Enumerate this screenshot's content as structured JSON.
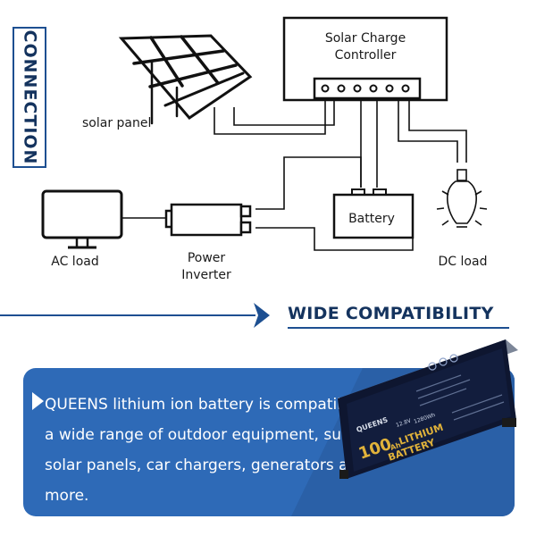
{
  "section_tab": {
    "label": "CONNECTION"
  },
  "diagram": {
    "controller_label_line1": "Solar Charge",
    "controller_label_line2": "Controller",
    "solar_panel_label": "solar panel",
    "battery_label": "Battery",
    "inverter_label_line1": "Power",
    "inverter_label_line2": "Inverter",
    "ac_load_label": "AC load",
    "dc_load_label": "DC load"
  },
  "compatibility": {
    "title": "WIDE COMPATIBILITY",
    "description": "QUEENS lithium ion battery is compatible with a wide range of outdoor equipment, such as solar panels, car chargers, generators and more."
  },
  "product": {
    "brand": "QUEENS",
    "capacity": "100",
    "unit": "Ah",
    "chem": "LITHIUM",
    "name": "BATTERY",
    "voltage": "12.8V",
    "energy": "1280Wh"
  },
  "colors": {
    "navy": "#14335e",
    "accent": "#1d4f91",
    "panel_blue": "#2e6ab7",
    "text_white": "#ffffff",
    "battery_gold": "#e0b23a"
  },
  "icons": [
    "solar-panel-icon",
    "light-bulb-icon",
    "monitor-icon",
    "chevron-right-icon",
    "caret-right-icon"
  ]
}
